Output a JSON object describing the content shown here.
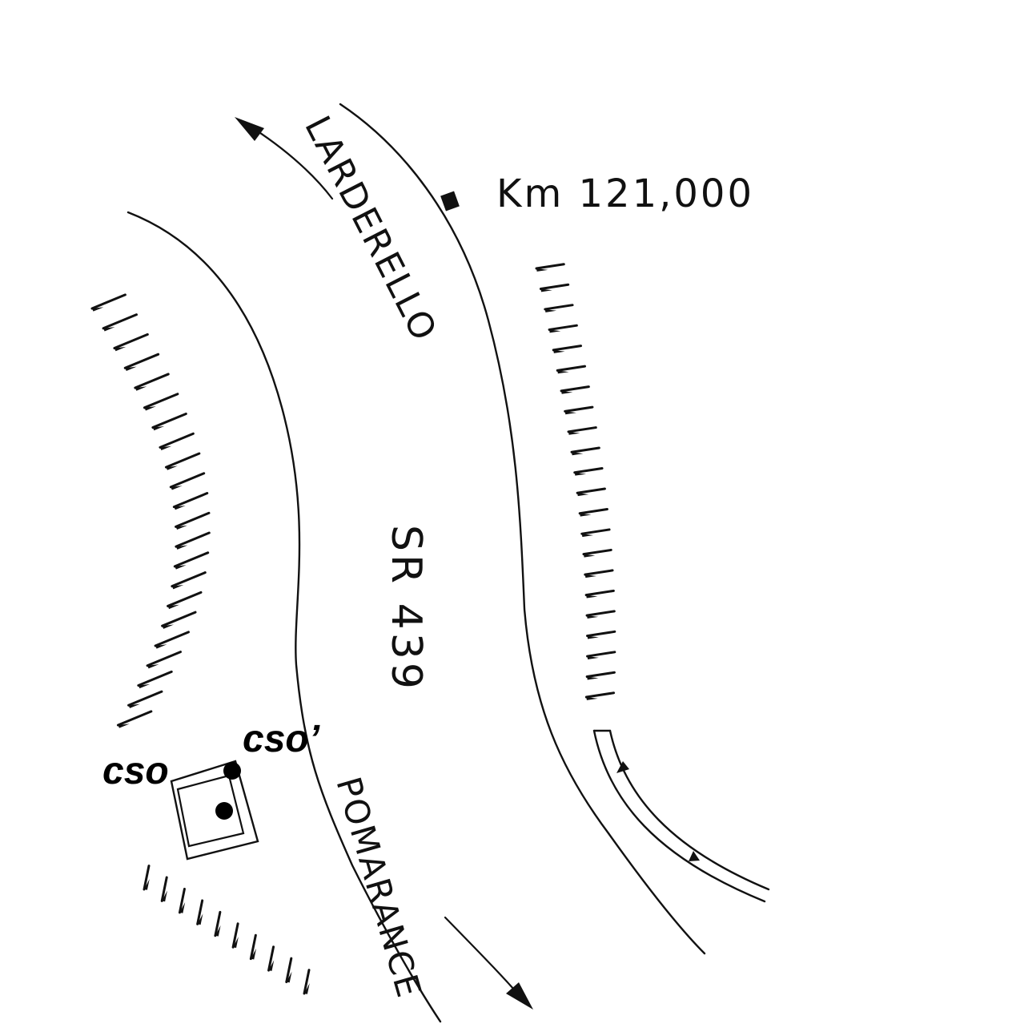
{
  "labels": {
    "north_destination": "LARDERELLO",
    "south_destination": "POMARANCE",
    "road_name": "SR 439",
    "kilometer": "Km 121,000",
    "station_primary": "cso",
    "station_secondary": "cso’"
  },
  "icons": {
    "north_arrow": "arrow-up-left-icon",
    "south_arrow": "arrow-down-right-icon",
    "km_marker": "square-marker-icon",
    "station_point": "filled-dot-icon"
  },
  "colors": {
    "ink": "#111111",
    "paper": "#ffffff"
  }
}
